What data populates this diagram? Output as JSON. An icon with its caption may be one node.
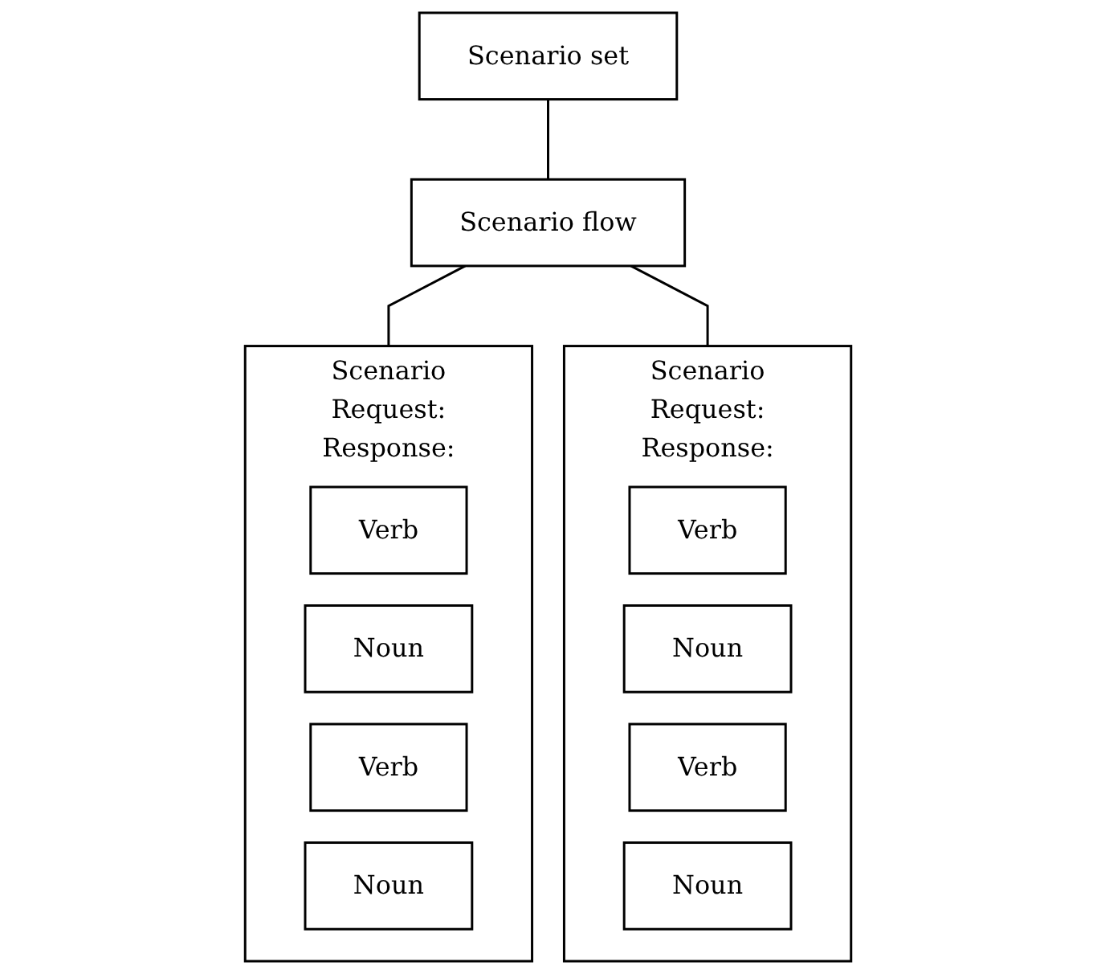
{
  "diagram": {
    "nodes": [
      {
        "text": [
          "Scenario set"
        ]
      },
      {
        "text": [
          "Scenario flow"
        ]
      },
      {
        "text": [
          "Scenario",
          "Request:",
          "Response:"
        ]
      },
      {
        "text": [
          "Verb"
        ],
        "in": 2
      },
      {
        "text": [
          "Noun"
        ],
        "in": 2
      },
      {
        "text": [
          "Verb"
        ],
        "in": 2
      },
      {
        "text": [
          "Noun"
        ],
        "in": 2
      },
      {
        "text": [
          "Scenario",
          "Request:",
          "Response:"
        ]
      },
      {
        "text": [
          "Verb"
        ],
        "in": 7
      },
      {
        "text": [
          "Noun"
        ],
        "in": 7
      },
      {
        "text": [
          "Verb"
        ],
        "in": 7
      },
      {
        "text": [
          "Noun"
        ],
        "in": 7
      }
    ],
    "edges": [
      {
        "from": 0,
        "to": 1,
        "arrow": "none"
      },
      {
        "from": 1,
        "to": 2,
        "arrow": "none"
      },
      {
        "from": 1,
        "to": 7,
        "arrow": "none"
      }
    ]
  }
}
